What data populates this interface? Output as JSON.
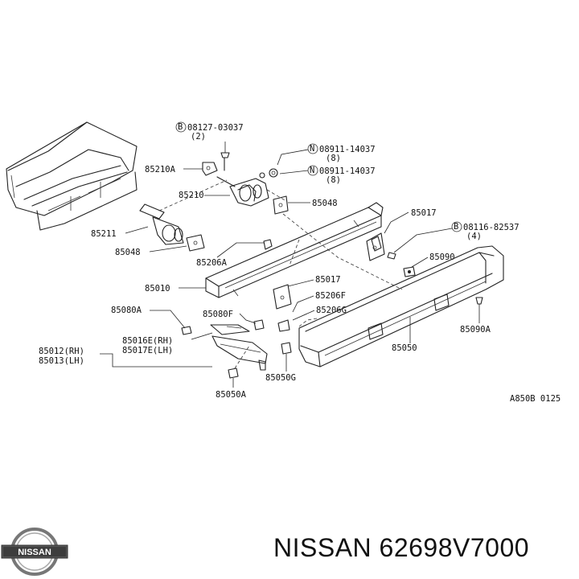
{
  "diagram": {
    "labels": {
      "bolt_top": "08127-03037",
      "bolt_top_qty": "(2)",
      "nut_1": "08911-14037",
      "nut_1_qty": "(8)",
      "nut_2": "08911-14037",
      "nut_2_qty": "(8)",
      "p85210A": "85210A",
      "p85210": "85210",
      "p85048_top": "85048",
      "p85017_top": "85017",
      "bolt_right": "08116-82537",
      "bolt_right_qty": "(4)",
      "p85211": "85211",
      "p85048_left": "85048",
      "p85206A": "85206A",
      "p85090": "85090",
      "p85010": "85010",
      "p85017_mid": "85017",
      "p85206F": "85206F",
      "p85080A": "85080A",
      "p85080F": "85080F",
      "p85206G": "85206G",
      "p85090A": "85090A",
      "p85016E": "85016E(RH)",
      "p85017E": "85017E(LH)",
      "p85012": "85012(RH)",
      "p85013": "85013(LH)",
      "p85050": "85050",
      "p85050G": "85050G",
      "p85050A": "85050A",
      "ref_code": "A850B 0125",
      "circle_B": "B",
      "circle_N": "N"
    }
  },
  "footer": {
    "brand_text": "NISSAN 62698V7000",
    "logo_text": "NISSAN"
  }
}
